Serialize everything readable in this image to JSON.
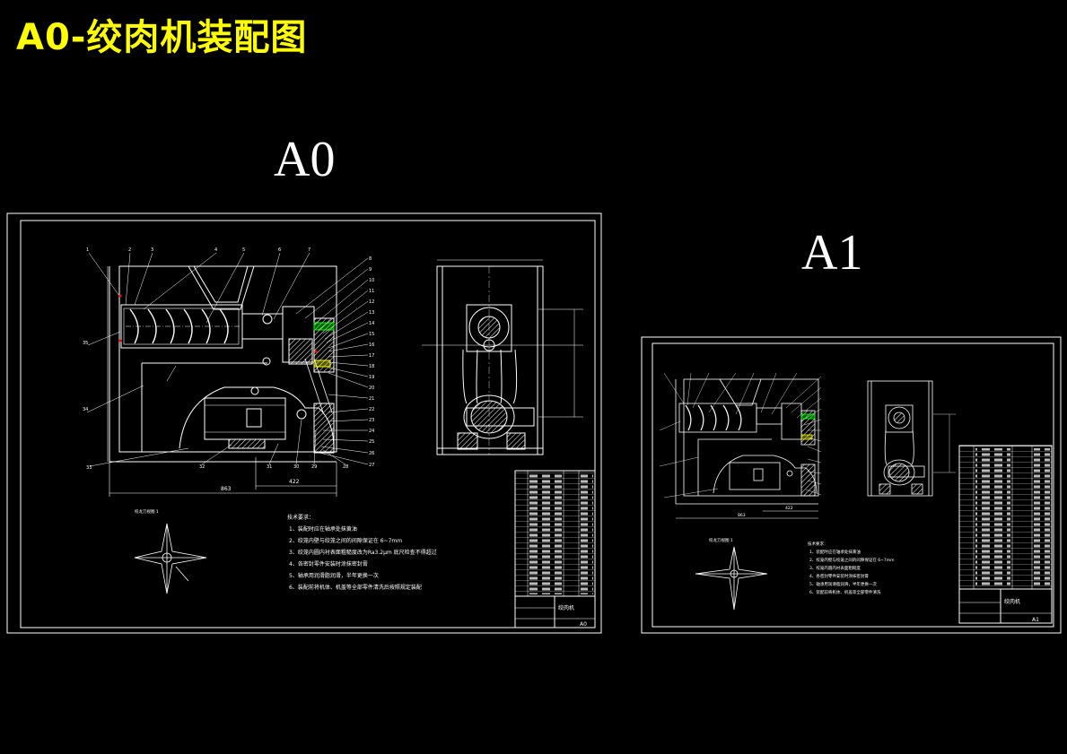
{
  "title": "A0-绞肉机装配图",
  "sheets": [
    {
      "label": "A0",
      "notes_heading": "技术要求：",
      "notes": [
        "1、装配时应在轴承处抹黄油",
        "2、绞笼内壁与绞笼之间的间隙保证在 6~7mm",
        "3、绞笼内圆内衬表面粗糙度改为Ra3.2μm 底尺检查不得超过",
        "4、各密封零件安装时涂抹密封膏",
        "5、轴承用润滑脂润滑，半年更换一次",
        "6、装配前将机体、机盖等全部零件清洗后按照规定装配"
      ],
      "dim_width": "863",
      "dim_sub": "422",
      "detail_caption": "绞龙刀视图  1",
      "title_block_name": "绞肉机",
      "sheet_code": "A0"
    },
    {
      "label": "A1",
      "notes_heading": "技术要求：",
      "notes": [
        "1、装配时应在轴承处抹黄油",
        "2、绞笼内壁与绞笼之间的间隙保证在 6~7mm",
        "3、绞笼内圆内衬表面粗糙度",
        "4、各密封零件安装时涂抹密封膏",
        "5、轴承用润滑脂润滑，半年更换一次",
        "6、装配前将机体、机盖等全部零件清洗"
      ],
      "dim_width": "863",
      "dim_sub": "422",
      "detail_caption": "绞龙刀视图  1",
      "title_block_name": "绞肉机",
      "sheet_code": "A1"
    }
  ],
  "colors": {
    "title": "#ffff00",
    "background": "#000000",
    "linework": "#ffffff",
    "accent_green": "#00ff00",
    "accent_yellow": "#ffff00",
    "accent_red": "#ff0000"
  }
}
